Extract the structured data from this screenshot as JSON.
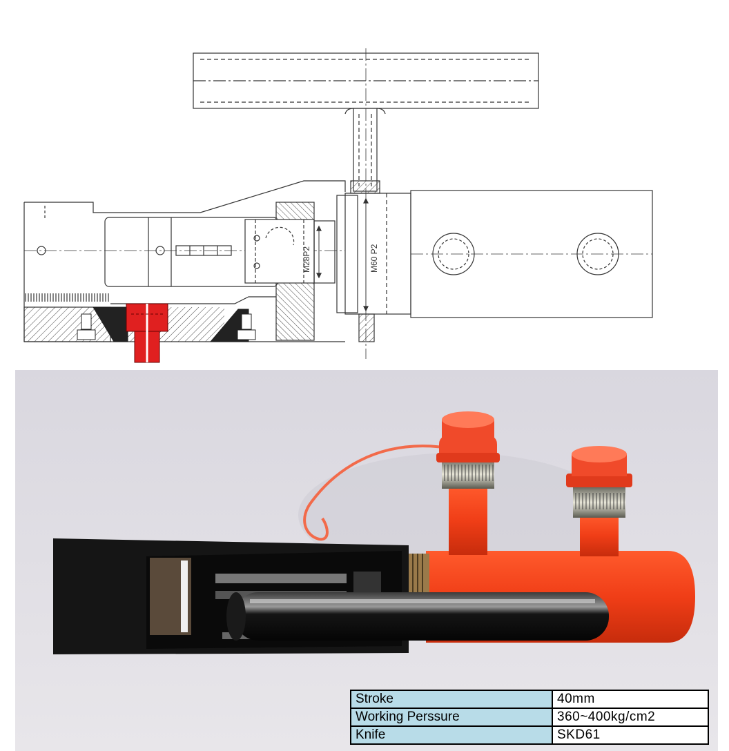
{
  "drawing": {
    "dimension_labels": {
      "inner_thread": "M28P2",
      "outer_thread": "M60 P2"
    }
  },
  "specs": [
    {
      "label": "Stroke",
      "value": "40mm"
    },
    {
      "label": "Working Perssure",
      "value": "360~400kg/cm2"
    },
    {
      "label": "Knife",
      "value": "SKD61"
    }
  ],
  "colors": {
    "cylinder": "#e8401c",
    "cap": "#f04a2a",
    "handle": "#111111",
    "knife_drawing": "#e02020",
    "table_key_bg": "#b8dce8"
  }
}
